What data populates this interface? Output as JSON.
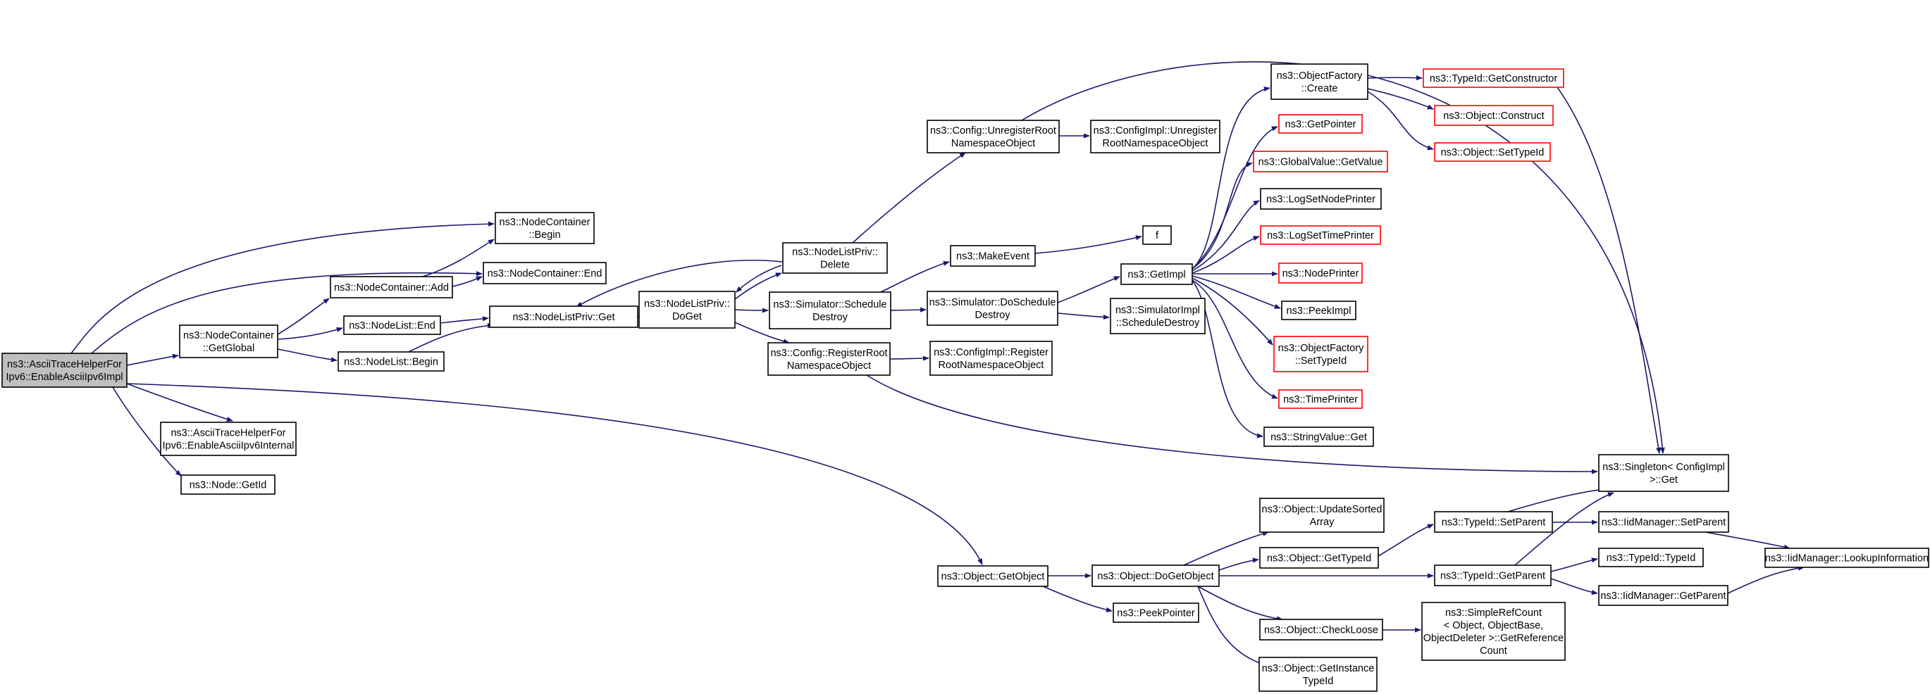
{
  "colors": {
    "edge": "#191970",
    "root_fill": "#bfbfbf",
    "node_border": "#000000",
    "truncated_border": "#ff0000"
  },
  "nodes": [
    {
      "id": "root",
      "lines": [
        "ns3::AsciiTraceHelperFor",
        "Ipv6::EnableAsciiIpv6Impl"
      ]
    },
    {
      "id": "nc_begin",
      "lines": [
        "ns3::NodeContainer",
        "::Begin"
      ]
    },
    {
      "id": "nc_end",
      "lines": [
        "ns3::NodeContainer::End"
      ]
    },
    {
      "id": "nc_add",
      "lines": [
        "ns3::NodeContainer::Add"
      ]
    },
    {
      "id": "nc_getglobal",
      "lines": [
        "ns3::NodeContainer",
        "::GetGlobal"
      ]
    },
    {
      "id": "nl_end",
      "lines": [
        "ns3::NodeList::End"
      ]
    },
    {
      "id": "nl_begin",
      "lines": [
        "ns3::NodeList::Begin"
      ]
    },
    {
      "id": "nlp_get",
      "lines": [
        "ns3::NodeListPriv::Get"
      ]
    },
    {
      "id": "nlp_doget",
      "lines": [
        "ns3::NodeListPriv::",
        "DoGet"
      ]
    },
    {
      "id": "nlp_delete",
      "lines": [
        "ns3::NodeListPriv::",
        "Delete"
      ]
    },
    {
      "id": "cfg_unreg",
      "lines": [
        "ns3::Config::UnregisterRoot",
        "NamespaceObject"
      ]
    },
    {
      "id": "cfgimpl_unreg",
      "lines": [
        "ns3::ConfigImpl::Unregister",
        "RootNamespaceObject"
      ]
    },
    {
      "id": "makeevent",
      "lines": [
        "ns3::MakeEvent"
      ]
    },
    {
      "id": "f",
      "lines": [
        "f"
      ]
    },
    {
      "id": "sim_scheddestroy",
      "lines": [
        "ns3::Simulator::Schedule",
        "Destroy"
      ]
    },
    {
      "id": "sim_doscheddestroy",
      "lines": [
        "ns3::Simulator::DoSchedule",
        "Destroy"
      ]
    },
    {
      "id": "simimpl_scheddestroy",
      "lines": [
        "ns3::SimulatorImpl",
        "::ScheduleDestroy"
      ]
    },
    {
      "id": "cfg_reg",
      "lines": [
        "ns3::Config::RegisterRoot",
        "NamespaceObject"
      ]
    },
    {
      "id": "cfgimpl_reg",
      "lines": [
        "ns3::ConfigImpl::Register",
        "RootNamespaceObject"
      ]
    },
    {
      "id": "getimpl",
      "lines": [
        "ns3::GetImpl"
      ]
    },
    {
      "id": "of_create",
      "lines": [
        "ns3::ObjectFactory",
        "::Create"
      ]
    },
    {
      "id": "getpointer",
      "lines": [
        "ns3::GetPointer"
      ]
    },
    {
      "id": "gv_getvalue",
      "lines": [
        "ns3::GlobalValue::GetValue"
      ]
    },
    {
      "id": "logsetnodeprinter",
      "lines": [
        "ns3::LogSetNodePrinter"
      ]
    },
    {
      "id": "logsettimeprinter",
      "lines": [
        "ns3::LogSetTimePrinter"
      ]
    },
    {
      "id": "nodeprinter",
      "lines": [
        "ns3::NodePrinter"
      ]
    },
    {
      "id": "peekimpl",
      "lines": [
        "ns3::PeekImpl"
      ]
    },
    {
      "id": "of_settypeid",
      "lines": [
        "ns3::ObjectFactory",
        "::SetTypeId"
      ]
    },
    {
      "id": "timeprinter",
      "lines": [
        "ns3::TimePrinter"
      ]
    },
    {
      "id": "sv_get",
      "lines": [
        "ns3::StringValue::Get"
      ]
    },
    {
      "id": "tid_getconstructor",
      "lines": [
        "ns3::TypeId::GetConstructor"
      ]
    },
    {
      "id": "obj_construct",
      "lines": [
        "ns3::Object::Construct"
      ]
    },
    {
      "id": "obj_settypeid",
      "lines": [
        "ns3::Object::SetTypeId"
      ]
    },
    {
      "id": "singleton_get",
      "lines": [
        "ns3::Singleton< ConfigImpl",
        " >::Get"
      ]
    },
    {
      "id": "atp_internal",
      "lines": [
        "ns3::AsciiTraceHelperFor",
        "Ipv6::EnableAsciiIpv6Internal"
      ]
    },
    {
      "id": "node_getid",
      "lines": [
        "ns3::Node::GetId"
      ]
    },
    {
      "id": "obj_getobject",
      "lines": [
        "ns3::Object::GetObject"
      ]
    },
    {
      "id": "obj_dogetobject",
      "lines": [
        "ns3::Object::DoGetObject"
      ]
    },
    {
      "id": "peekpointer",
      "lines": [
        "ns3::PeekPointer"
      ]
    },
    {
      "id": "obj_updatesorted",
      "lines": [
        "ns3::Object::UpdateSorted",
        "Array"
      ]
    },
    {
      "id": "obj_gettypeid",
      "lines": [
        "ns3::Object::GetTypeId"
      ]
    },
    {
      "id": "obj_checkloose",
      "lines": [
        "ns3::Object::CheckLoose"
      ]
    },
    {
      "id": "obj_getinstancetypeid",
      "lines": [
        "ns3::Object::GetInstance",
        "TypeId"
      ]
    },
    {
      "id": "tid_setparent",
      "lines": [
        "ns3::TypeId::SetParent"
      ]
    },
    {
      "id": "tid_getparent",
      "lines": [
        "ns3::TypeId::GetParent"
      ]
    },
    {
      "id": "srefcount",
      "lines": [
        "ns3::SimpleRefCount",
        "< Object, ObjectBase,",
        " ObjectDeleter >::GetReference",
        "Count"
      ]
    },
    {
      "id": "iid_setparent",
      "lines": [
        "ns3::IidManager::SetParent"
      ]
    },
    {
      "id": "tid_typeid",
      "lines": [
        "ns3::TypeId::TypeId"
      ]
    },
    {
      "id": "iid_getparent",
      "lines": [
        "ns3::IidManager::GetParent"
      ]
    },
    {
      "id": "iid_lookup",
      "lines": [
        "ns3::IidManager::LookupInformation"
      ]
    }
  ]
}
